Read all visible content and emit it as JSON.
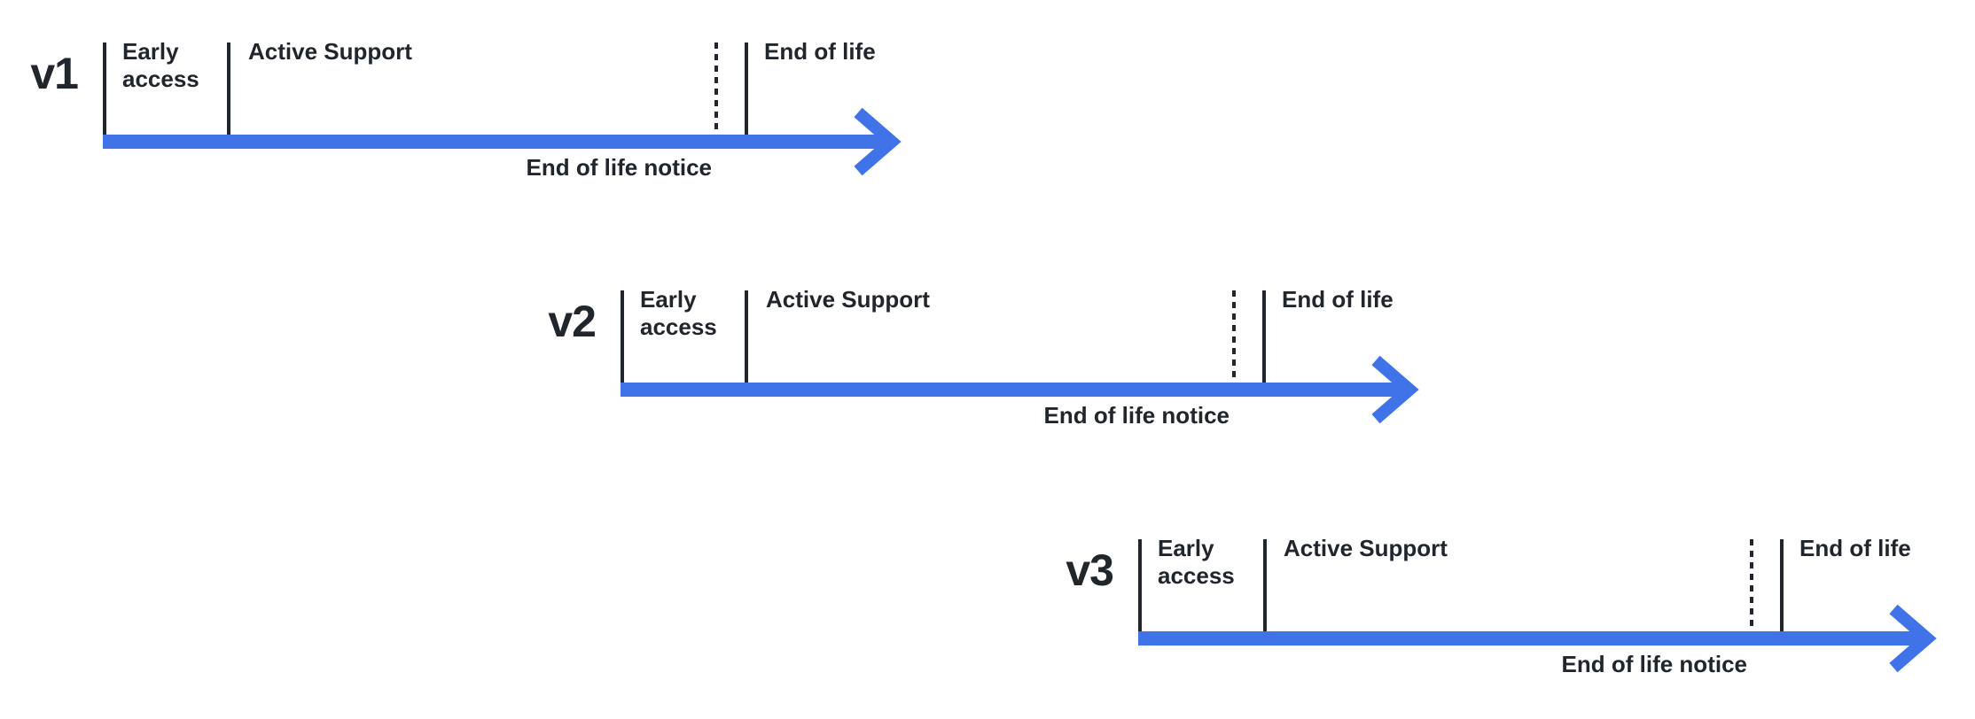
{
  "diagram": {
    "title_semantic": "Version lifecycle timelines",
    "background_color": "#FFFFFF",
    "line_color": "#21262D",
    "arrow_color": "#4173E8",
    "timelines": [
      {
        "version": "v1",
        "phases": {
          "early_access": "Early access",
          "active_support": "Active Support",
          "end_of_life": "End of life",
          "end_of_life_notice": "End of life notice"
        }
      },
      {
        "version": "v2",
        "phases": {
          "early_access": "Early access",
          "active_support": "Active Support",
          "end_of_life": "End of life",
          "end_of_life_notice": "End of life notice"
        }
      },
      {
        "version": "v3",
        "phases": {
          "early_access": "Early access",
          "active_support": "Active Support",
          "end_of_life": "End of life",
          "end_of_life_notice": "End of life notice"
        }
      }
    ]
  }
}
